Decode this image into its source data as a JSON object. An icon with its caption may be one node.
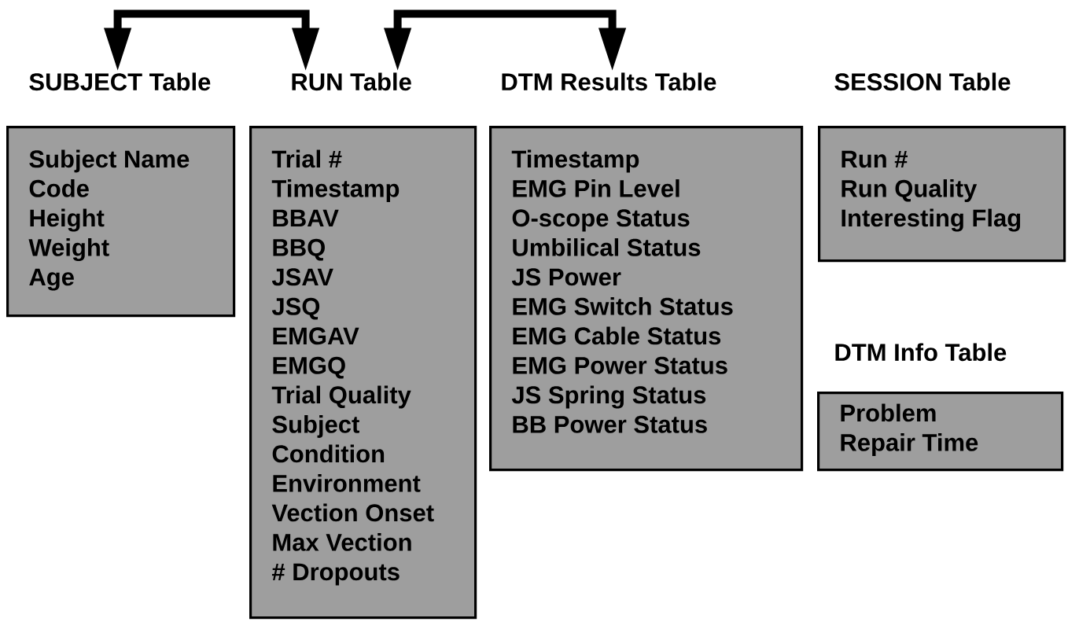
{
  "diagram": {
    "nodes": [
      {
        "text": [
          "SUBJECT Table",
          "Subject Name",
          "Code",
          "Height",
          "Weight",
          "Age"
        ]
      },
      {
        "text": [
          "RUN Table",
          "Trial #",
          "Timestamp",
          "BBAV",
          "BBQ",
          "JSAV",
          "JSQ",
          "EMGAV",
          "EMGQ",
          "Trial Quality",
          "Subject",
          "Condition",
          "Environment",
          "Vection Onset",
          "Max Vection",
          "# Dropouts"
        ]
      },
      {
        "text": [
          "DTM Results Table",
          "Timestamp",
          "EMG Pin Level",
          "O-scope Status",
          "Umbilical Status",
          "JS Power",
          "EMG Switch Status",
          "EMG Cable Status",
          "EMG Power Status",
          "JS Spring Status",
          "BB Power Status"
        ]
      },
      {
        "text": [
          "SESSION Table",
          "Run #",
          "Run Quality",
          "Interesting Flag"
        ]
      },
      {
        "text": [
          "DTM Info Table",
          "Problem",
          "Repair Time"
        ]
      }
    ],
    "edges": [
      {
        "from": 0,
        "to": 1,
        "arrow": "both"
      },
      {
        "from": 1,
        "to": 2,
        "arrow": "both"
      }
    ]
  }
}
